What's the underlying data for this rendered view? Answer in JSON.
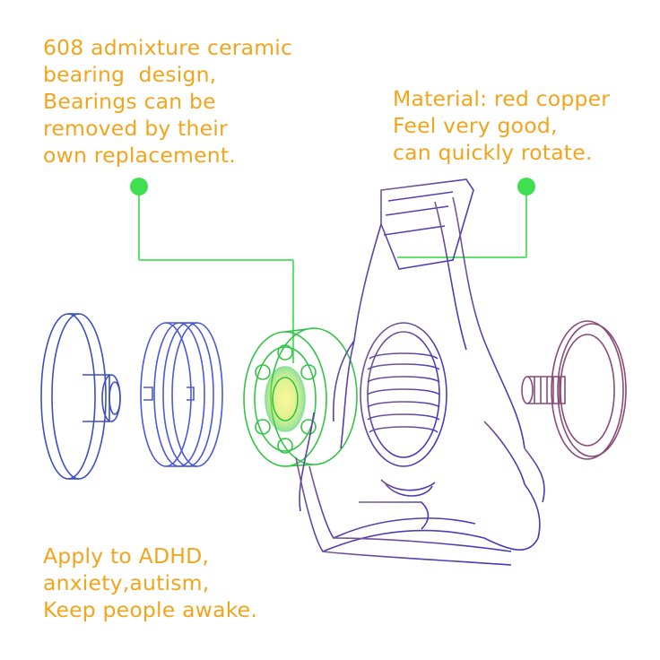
{
  "captions": {
    "bearing": [
      "608 admixture ceramic",
      "bearing  design,",
      "Bearings can be",
      "removed by their",
      "own replacement."
    ],
    "material": [
      "Material: red copper",
      "Feel very good,",
      "can quickly rotate."
    ],
    "usage": [
      "Apply to ADHD,",
      "anxiety,autism,",
      "Keep people awake."
    ]
  },
  "colors": {
    "caption_text": "#f2a51c",
    "callout_line": "#5ee36a",
    "callout_dot": "#3fe04f",
    "cap_outline": "#3a4fc4",
    "ring_outline": "#4a5ad8",
    "bearing_outline": "#31c545",
    "bearing_core": "#e6e63a",
    "body_outline": "#5c3fa8",
    "copper_cap_outline": "#8a4a7a"
  },
  "icons": {
    "end_cap": "end-cap-icon",
    "threaded_ring": "threaded-ring-icon",
    "bearing": "ceramic-bearing-icon",
    "spinner_body": "spinner-body-icon",
    "copper_cap": "copper-cap-icon"
  }
}
